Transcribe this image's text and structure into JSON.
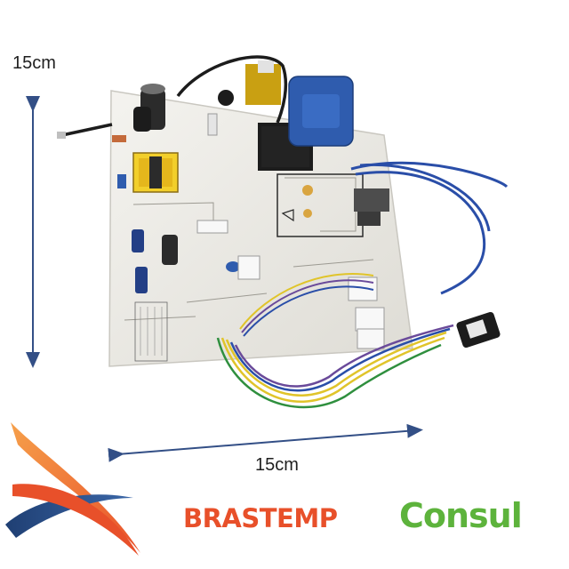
{
  "image": {
    "dimension_vertical": "15cm",
    "dimension_horizontal": "15cm"
  },
  "brands": [
    {
      "name": "BRASTEMP",
      "color": "#e8502a"
    },
    {
      "name": "Consul",
      "color": "#5db33c"
    }
  ],
  "colors": {
    "arrow": "#334f86",
    "board": "#ecebe6",
    "capacitor": "#2f5cae",
    "wire_blue": "#2a4ea8"
  },
  "icons": [
    "swoosh-logo-icon"
  ]
}
